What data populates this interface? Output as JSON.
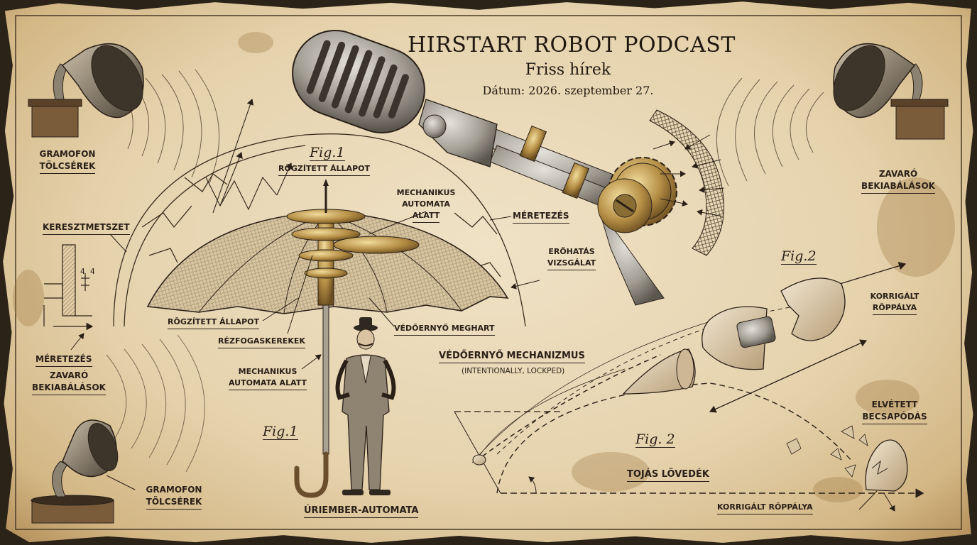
{
  "header": {
    "title": "HIRSTART ROBOT PODCAST",
    "subtitle": "Friss hírek",
    "date": "Dátum: 2026. szeptember 27."
  },
  "labels": {
    "gramofon_top": [
      "GRAMOFON",
      "TÖLCSÉREK"
    ],
    "gramofon_bottom": [
      "GRAMOFON",
      "TÖLCSÉREK"
    ],
    "zavaro_right": [
      "ZAVARÓ",
      "BEKIABÁLÁSOK"
    ],
    "zavaro_left": [
      "ZAVARÓ",
      "BEKIABÁLÁSOK"
    ],
    "keresztmetszet": "KERESZTMETSZET",
    "meretezes_left": "MÉRETEZÉS",
    "meretezes_mid": "MÉRETEZÉS",
    "fig1_top": "Fig.1",
    "fig1_bottom": "Fig.1",
    "rogzitett_top": "RÖGZÍTETT ÁLLAPOT",
    "rogzitett_mid": "RÖGZÍTETT ÁLLAPOT",
    "mechanikus_top": [
      "MECHANIKUS",
      "AUTOMATA",
      "ALATT"
    ],
    "mechanikus_bottom": [
      "MECHANIKUS",
      "AUTOMATA ALATT"
    ],
    "erohatas": [
      "ERŐHATÁS",
      "VIZSGÁLAT"
    ],
    "rezfogaskerekek": "RÉZFOGASKEREKEK",
    "vedoernyo_meghart": "VÉDŐERNYŐ MEGHART",
    "vedoernyo_mechanizmus": "VÉDŐERNYŐ MECHANIZMUS",
    "intentionally": "(INTENTIONALLY, LOCKPED)",
    "uriember": "ÚRIEMBER-AUTOMATA",
    "fig2_top": "Fig.2",
    "fig2_bottom": "Fig. 2",
    "korrigalt_right": [
      "KORRIGÁLT",
      "RÖPPÁLYA"
    ],
    "korrigalt_bottom": "KORRIGÁLT RÖPPÁLYA",
    "elvetett": [
      "ELVÉTETT",
      "BECSAPÓDÁS"
    ],
    "tojas": "TOJÁS LÖVEDÉK",
    "dimension_small": [
      "4",
      "4"
    ]
  },
  "colors": {
    "ink": "#2a2018",
    "paper": "#eadbbd",
    "metal": "#9c9890",
    "brass": "#b08a45",
    "canopy": "#d9c7a3"
  }
}
